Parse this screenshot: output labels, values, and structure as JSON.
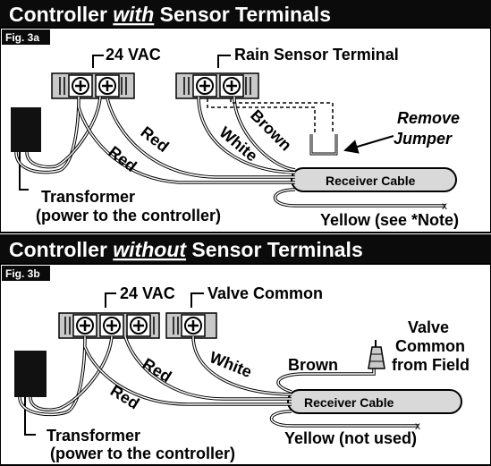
{
  "colors": {
    "header_bg": "#0b0b0b",
    "header_text": "#ffffff",
    "line": "#000000",
    "terminal_gray": "#c9c9c9",
    "cable_gray": "#d9d9d9"
  },
  "panel_a": {
    "header": "Controller ",
    "header_em": "with",
    "header_tail": " Sensor Terminals",
    "fig": "Fig. 3a",
    "label_24vac": "24 VAC",
    "label_rain_sensor": "Rain Sensor Terminal",
    "label_remove": "Remove",
    "label_jumper": "Jumper",
    "wire_red_1": "Red",
    "wire_red_2": "Red",
    "wire_white": "White",
    "wire_brown": "Brown",
    "receiver_cable": "Receiver Cable",
    "transformer": "Transformer",
    "transformer_note": "(power to the controller)",
    "yellow_note": "Yellow (see *Note)",
    "cut_mark": "x"
  },
  "panel_b": {
    "header": "Controller ",
    "header_em": "without",
    "header_tail": " Sensor Terminals",
    "fig": "Fig. 3b",
    "label_24vac": "24 VAC",
    "label_valve_common": "Valve Common",
    "wire_red_1": "Red",
    "wire_red_2": "Red",
    "wire_white": "White",
    "wire_brown": "Brown",
    "valve_line1": "Valve",
    "valve_line2": "Common",
    "valve_line3": "from Field",
    "receiver_cable": "Receiver Cable",
    "transformer": "Transformer",
    "transformer_note": "(power to the controller)",
    "yellow_note": "Yellow (not used)",
    "cut_mark": "x"
  },
  "icons": [
    "screw-terminal-icon",
    "wire-nut-icon",
    "jumper-icon",
    "transformer-icon"
  ]
}
